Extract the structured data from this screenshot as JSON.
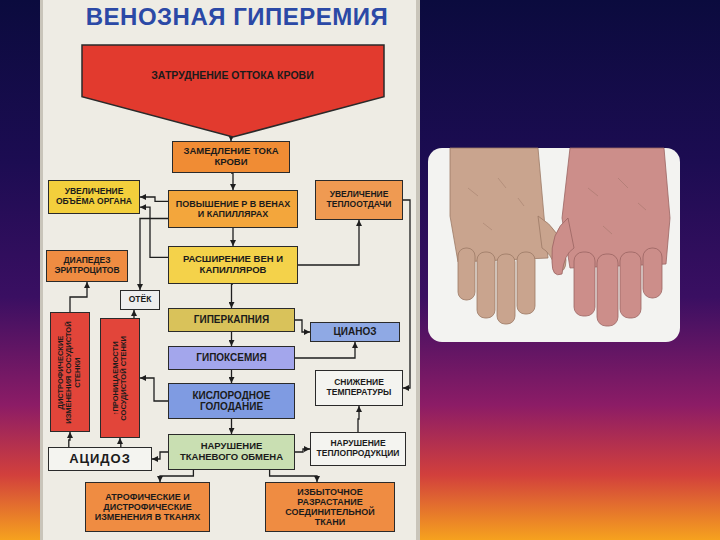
{
  "diagram": {
    "title": "ВЕНОЗНАЯ ГИПЕРЕМИЯ",
    "nodes": [
      {
        "text": [
          "ЗАТРУДНЕНИЕ ОТТОКА КРОВИ"
        ]
      },
      {
        "text": [
          "ЗАМЕДЛЕНИЕ ТОКА КРОВИ"
        ]
      },
      {
        "text": [
          "УВЕЛИЧЕНИЕ ОБЪЁМА ОРГАНА"
        ]
      },
      {
        "text": [
          "ПОВЫШЕНИЕ Р В ВЕНАХ И КАПИЛЛЯРАХ"
        ]
      },
      {
        "text": [
          "УВЕЛИЧЕНИЕ ТЕПЛООТДАЧИ"
        ]
      },
      {
        "text": [
          "ДИАПЕДЕЗ ЭРИТРОЦИТОВ"
        ]
      },
      {
        "text": [
          "РАСШИРЕНИЕ ВЕН И КАПИЛЛЯРОВ"
        ]
      },
      {
        "text": [
          "ОТЁК"
        ]
      },
      {
        "text": [
          "ГИПЕРКАПНИЯ"
        ]
      },
      {
        "text": [
          "ЦИАНОЗ"
        ]
      },
      {
        "text": [
          "ДИСТРОФИЧЕСКИЕ ИЗМЕНЕНИЯ СОСУДИСТОЙ СТЕНКИ"
        ]
      },
      {
        "text": [
          "↑ПРОНИЦАЕМОСТИ СОСУДИСТОЙ СТЕНКИ"
        ]
      },
      {
        "text": [
          "ГИПОКСЕМИЯ"
        ]
      },
      {
        "text": [
          "СНИЖЕНИЕ ТЕМПЕРАТУРЫ"
        ]
      },
      {
        "text": [
          "КИСЛОРОДНОЕ ГОЛОДАНИЕ"
        ]
      },
      {
        "text": [
          "НАРУШЕНИЕ ТЕПЛОПРОДУКЦИИ"
        ]
      },
      {
        "text": [
          "АЦИДОЗ"
        ]
      },
      {
        "text": [
          "НАРУШЕНИЕ ТКАНЕВОГО ОБМЕНА"
        ]
      },
      {
        "text": [
          "АТРОФИЧЕСКИЕ И ДИСТРОФИЧЕСКИЕ ИЗМЕНЕНИЯ В ТКАНЯХ"
        ]
      },
      {
        "text": [
          "ИЗБЫТОЧНОЕ РАЗРАСТАНИЕ СОЕДИНИТЕЛЬНОЙ ТКАНИ"
        ]
      }
    ],
    "edges": [
      {
        "from": 0,
        "to": 1,
        "arrow": "to"
      },
      {
        "from": 1,
        "to": 3,
        "arrow": "to"
      },
      {
        "from": 3,
        "to": 2,
        "arrow": "to"
      },
      {
        "from": 3,
        "to": 6,
        "arrow": "to"
      },
      {
        "from": 3,
        "to": 7,
        "arrow": "to"
      },
      {
        "from": 6,
        "to": 2,
        "arrow": "to"
      },
      {
        "from": 6,
        "to": 4,
        "arrow": "to"
      },
      {
        "from": 6,
        "to": 8,
        "arrow": "to"
      },
      {
        "from": 8,
        "to": 12,
        "arrow": "to"
      },
      {
        "from": 12,
        "to": 14,
        "arrow": "to"
      },
      {
        "from": 14,
        "to": 17,
        "arrow": "to"
      },
      {
        "from": 8,
        "to": 9,
        "arrow": "to"
      },
      {
        "from": 12,
        "to": 9,
        "arrow": "to"
      },
      {
        "from": 4,
        "to": 13,
        "arrow": "to"
      },
      {
        "from": 15,
        "to": 13,
        "arrow": "to"
      },
      {
        "from": 17,
        "to": 15,
        "arrow": "to"
      },
      {
        "from": 17,
        "to": 16,
        "arrow": "to"
      },
      {
        "from": 17,
        "to": 18,
        "arrow": "to"
      },
      {
        "from": 17,
        "to": 19,
        "arrow": "to"
      },
      {
        "from": 14,
        "to": 11,
        "arrow": "to"
      },
      {
        "from": 11,
        "to": 7,
        "arrow": "to"
      },
      {
        "from": 10,
        "to": 5,
        "arrow": "to"
      },
      {
        "from": 16,
        "to": 10,
        "arrow": "to"
      },
      {
        "from": 16,
        "to": 11,
        "arrow": "to"
      }
    ]
  }
}
